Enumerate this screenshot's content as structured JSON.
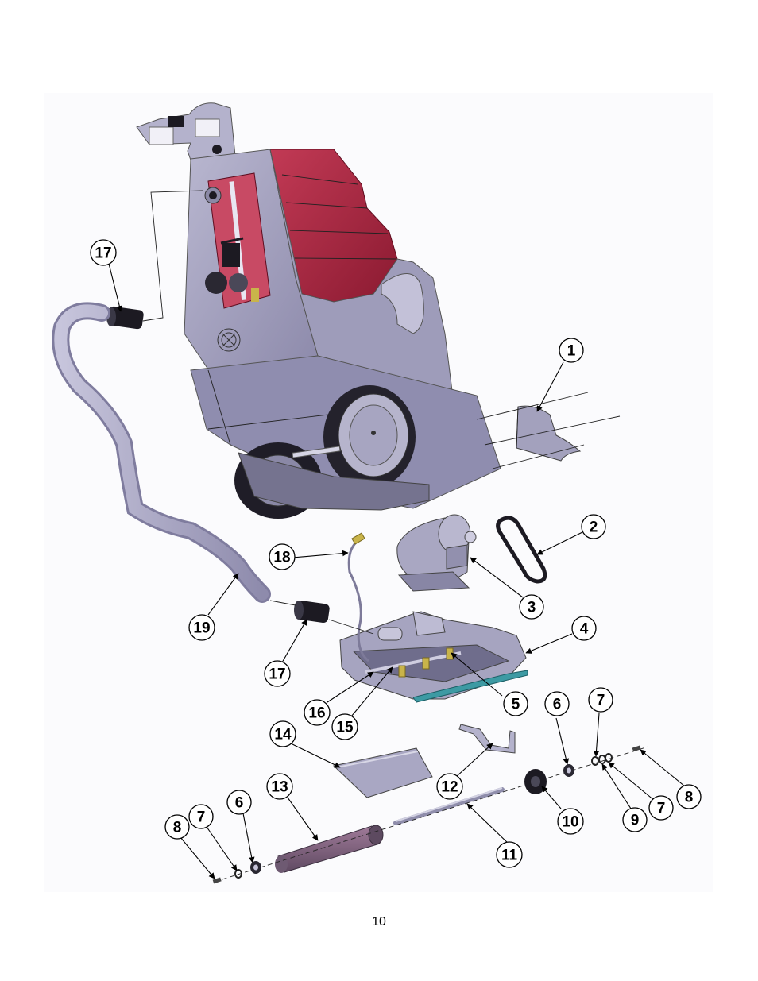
{
  "page": {
    "page_number": "10"
  },
  "callouts": [
    "1",
    "2",
    "3",
    "4",
    "5",
    "6",
    "6",
    "7",
    "7",
    "7",
    "8",
    "8",
    "9",
    "10",
    "11",
    "12",
    "13",
    "14",
    "15",
    "16",
    "17",
    "17",
    "18",
    "19"
  ],
  "colors": {
    "body_gray": "#a5a3bf",
    "body_dark": "#7f7d9c",
    "tank_red": "#b3243e",
    "tank_dark": "#7e1329",
    "rubber_black": "#1c1a22",
    "blade_teal": "#3d9aa3",
    "panel_background": "#fbfbfd"
  },
  "icons": [
    "arrowhead-icon",
    "fan-emblem-icon"
  ]
}
